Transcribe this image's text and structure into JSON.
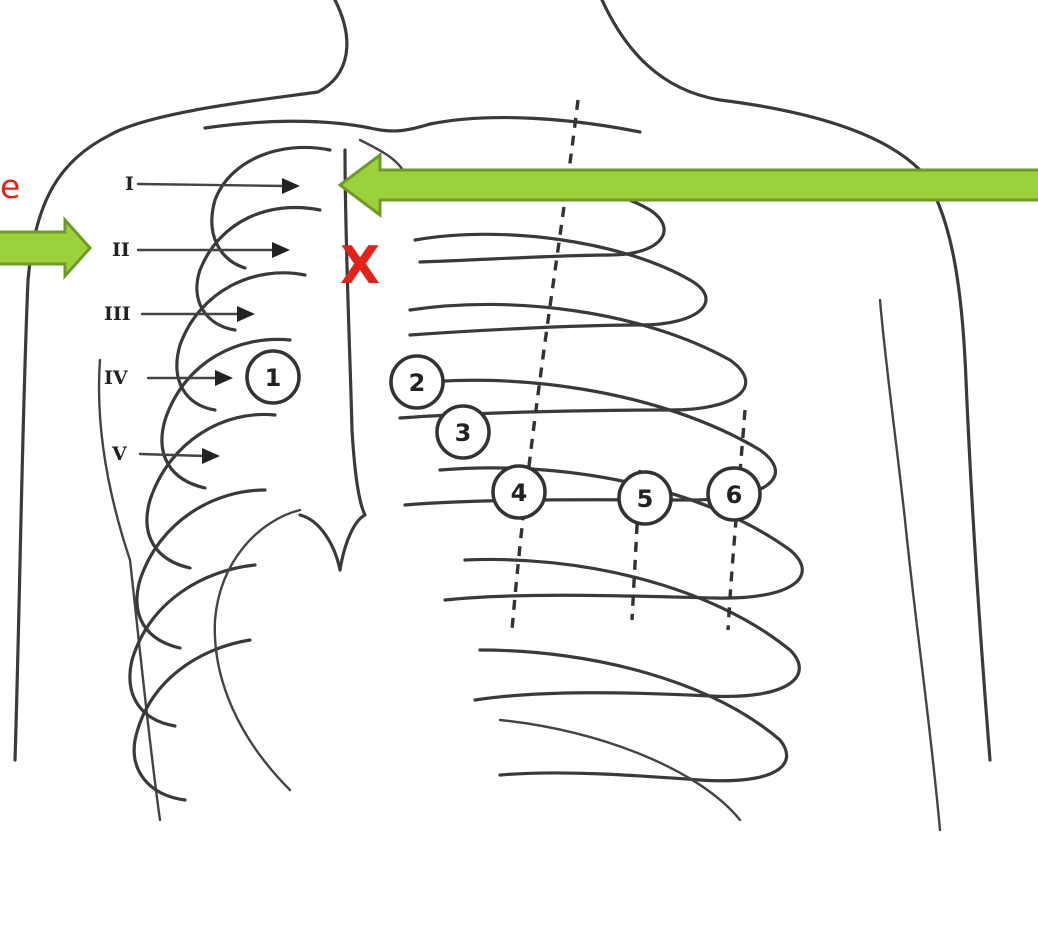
{
  "annotations": {
    "side_label_fragment": "e",
    "marker": "X"
  },
  "intercostal_spaces": [
    "I",
    "II",
    "III",
    "IV",
    "V"
  ],
  "electrodes": [
    "1",
    "2",
    "3",
    "4",
    "5",
    "6"
  ],
  "colors": {
    "annotation_red": "#e0241a",
    "arrow_green": "#9bd23c",
    "arrow_outline": "#6f9a2a",
    "line_art": "#3a3a3a"
  },
  "icons": {
    "left_arrow": "green-arrow-right-icon",
    "right_arrow": "green-arrow-left-icon"
  }
}
